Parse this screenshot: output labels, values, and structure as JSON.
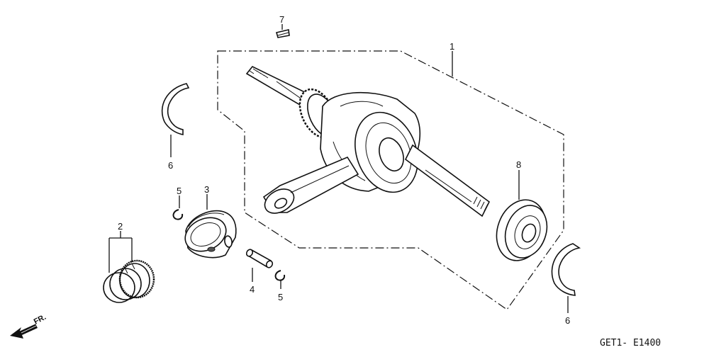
{
  "diagram": {
    "callouts": {
      "c1": "1",
      "c2": "2",
      "c3": "3",
      "c4": "4",
      "c5a": "5",
      "c5b": "5",
      "c6a": "6",
      "c6b": "6",
      "c7": "7",
      "c8": "8"
    },
    "front_marker": "FR.",
    "figure_code": "GET1- E1400"
  }
}
